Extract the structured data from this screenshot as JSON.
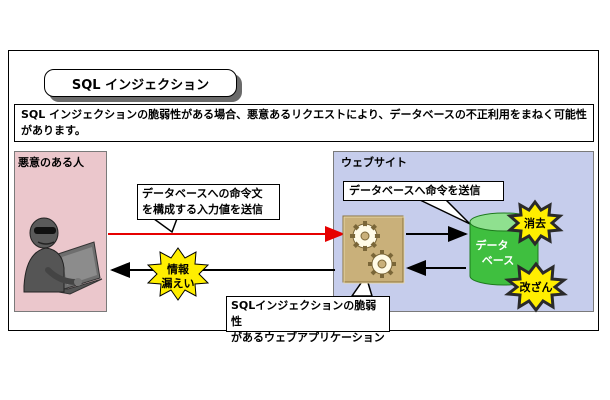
{
  "title": "SQL インジェクション",
  "description": "SQL インジェクションの脆弱性がある場合、悪意あるリクエストにより、データベースの不正利用をまねく可能性があります。",
  "attacker": {
    "label": "悪意のある人",
    "callout_line1": "データベースへの命令文",
    "callout_line2": "を構成する入力値を送信"
  },
  "website": {
    "label": "ウェブサイト",
    "db_callout": "データベースへ命令を送信",
    "db_label_line1": "データ",
    "db_label_line2": "ベース",
    "app_callout_line1": "SQLインジェクションの脆弱性",
    "app_callout_line2": "があるウェブアプリケーション"
  },
  "bursts": {
    "leak_line1": "情報",
    "leak_line2": "漏えい",
    "delete": "消去",
    "tamper": "改ざん"
  },
  "colors": {
    "attacker_bg": "#ebc7cc",
    "web_bg": "#c6cdec",
    "db_green": "#3fbf3f",
    "burst_yellow": "#ffee00",
    "burst_dark": "#2a2a2a",
    "attack_arrow": "#e60000",
    "app_tan": "#c9b07a"
  }
}
